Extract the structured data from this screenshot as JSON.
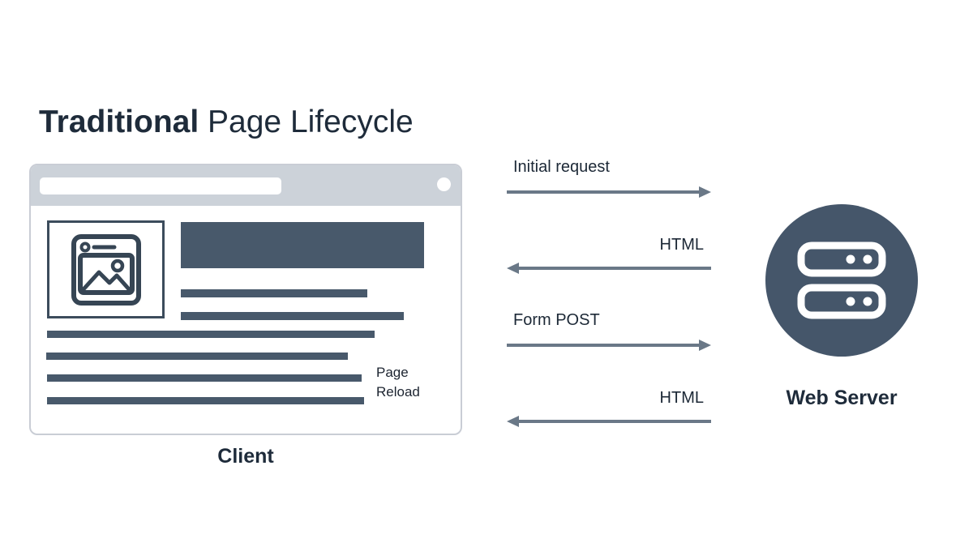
{
  "title": {
    "emphasis": "Traditional",
    "rest": " Page Lifecycle"
  },
  "diagram": {
    "client": {
      "label": "Client",
      "page_reload": {
        "line1": "Page",
        "line2": "Reload"
      }
    },
    "messages": [
      {
        "label": "Initial request",
        "direction": "right"
      },
      {
        "label": "HTML",
        "direction": "left"
      },
      {
        "label": "Form POST",
        "direction": "right"
      },
      {
        "label": "HTML",
        "direction": "left"
      }
    ],
    "server": {
      "label": "Web Server"
    }
  },
  "icons": {
    "client_image_placeholder": "image-placeholder-icon",
    "server": "server-stack-icon"
  },
  "colors": {
    "background": "#ffffff",
    "dark_slate": "#48596b",
    "server_circle": "#45566a",
    "arrow": "#6a7887",
    "heading_text": "#1e2b3a",
    "browser_chrome": "#ccd2d9",
    "browser_border": "#c9cdd5"
  }
}
